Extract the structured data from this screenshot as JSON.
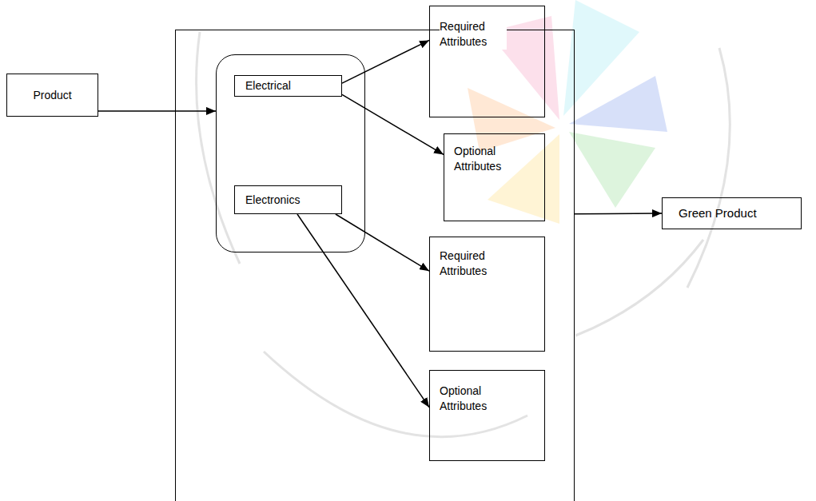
{
  "diagram": {
    "nodes": [
      {
        "text": [
          "Product"
        ]
      },
      {
        "text": []
      },
      {
        "text": [],
        "in": 1
      },
      {
        "text": [
          "Electrical"
        ],
        "in": 2
      },
      {
        "text": [
          "Electronics"
        ],
        "in": 2
      },
      {
        "text": [
          "Required Attributes"
        ],
        "in": 1
      },
      {
        "text": [
          "Optional Attributes"
        ],
        "in": 1
      },
      {
        "text": [
          "Required Attributes"
        ],
        "in": 1
      },
      {
        "text": [
          "Optional Attributes"
        ],
        "in": 1
      },
      {
        "text": [
          "Green Product"
        ]
      }
    ],
    "edges": [
      {
        "from": 0,
        "to": 2,
        "arrow": "to"
      },
      {
        "from": 3,
        "to": 5,
        "arrow": "to"
      },
      {
        "from": 3,
        "to": 6,
        "arrow": "to"
      },
      {
        "from": 4,
        "to": 7,
        "arrow": "to"
      },
      {
        "from": 4,
        "to": 8,
        "arrow": "to"
      },
      {
        "from": 1,
        "to": 9,
        "arrow": "to"
      }
    ]
  }
}
